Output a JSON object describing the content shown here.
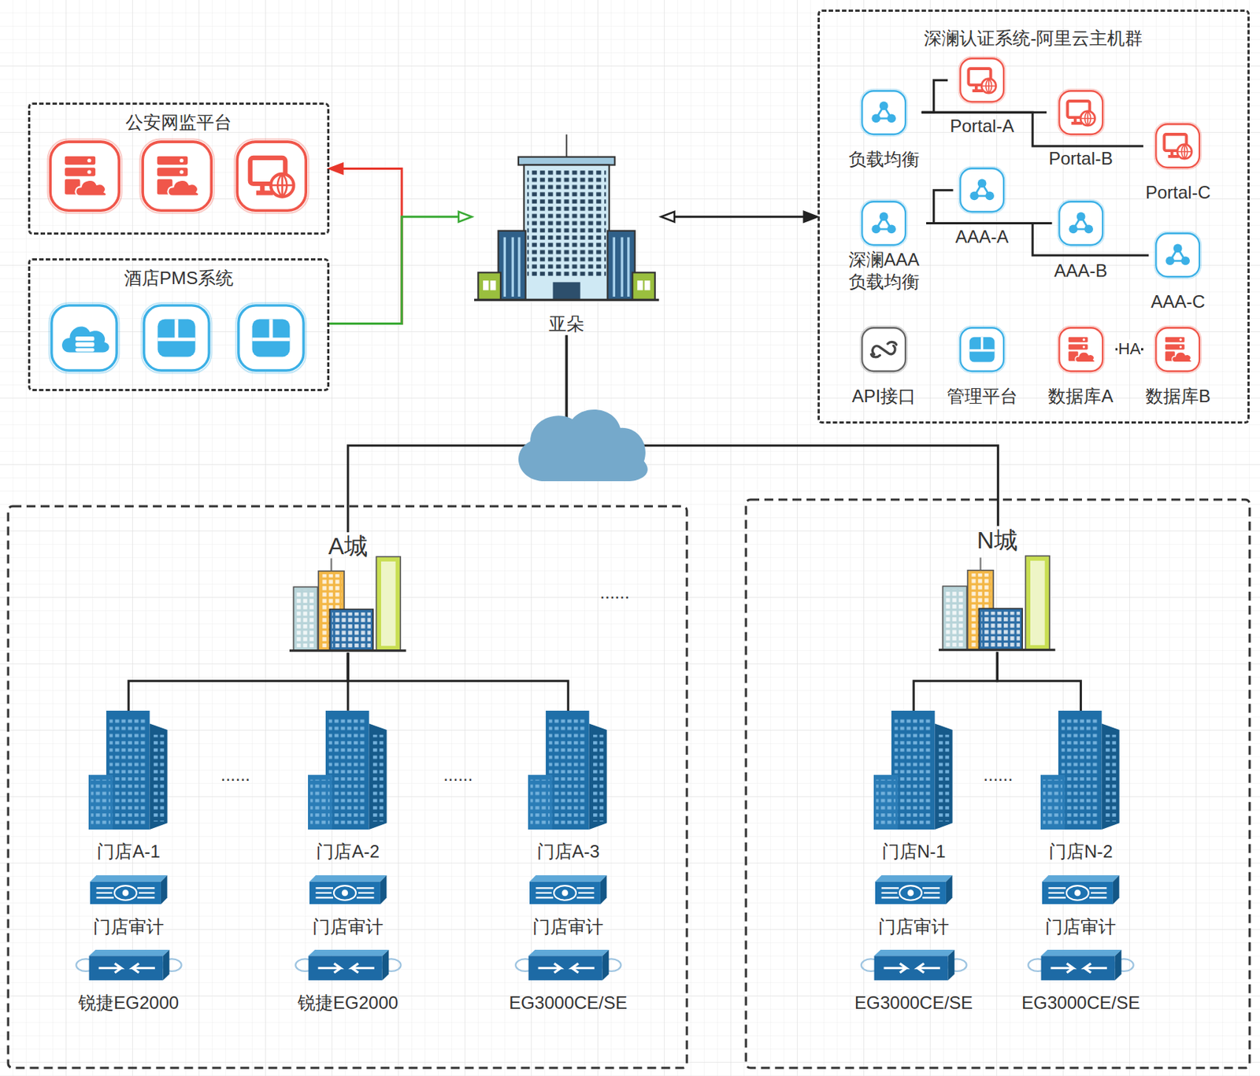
{
  "diagram": {
    "nodes": [
      {
        "text": [
          "公安网监平台"
        ]
      },
      {
        "text": [
          "酒店PMS系统"
        ]
      },
      {
        "text": [
          "亚朵"
        ]
      },
      {
        "text": [
          "深澜认证系统-阿里云主机群"
        ]
      },
      {
        "text": [
          "负载均衡"
        ],
        "in": 3
      },
      {
        "text": [
          "Portal-A"
        ],
        "in": 3
      },
      {
        "text": [
          "Portal-B"
        ],
        "in": 3
      },
      {
        "text": [
          "Portal-C"
        ],
        "in": 3
      },
      {
        "text": [
          "深澜AAA 负载均衡"
        ],
        "in": 3
      },
      {
        "text": [
          "AAA-A"
        ],
        "in": 3
      },
      {
        "text": [
          "AAA-B"
        ],
        "in": 3
      },
      {
        "text": [
          "AAA-C"
        ],
        "in": 3
      },
      {
        "text": [
          "API接口"
        ],
        "in": 3
      },
      {
        "text": [
          "管理平台"
        ],
        "in": 3
      },
      {
        "text": [
          "数据库A"
        ],
        "in": 3
      },
      {
        "text": [
          "数据库B"
        ],
        "in": 3
      },
      {
        "text": [
          "A城"
        ]
      },
      {
        "text": [
          "门店A-1",
          "门店审计",
          "锐捷EG2000"
        ]
      },
      {
        "text": [
          "门店A-2",
          "门店审计",
          "锐捷EG2000"
        ]
      },
      {
        "text": [
          "门店A-3",
          "门店审计",
          "EG3000CE/SE"
        ]
      },
      {
        "text": [
          "N城"
        ]
      },
      {
        "text": [
          "门店N-1",
          "门店审计",
          "EG3000CE/SE"
        ]
      },
      {
        "text": [
          "门店N-2",
          "门店审计",
          "EG3000CE/SE"
        ]
      }
    ],
    "edges": [
      {
        "from": 1,
        "to": 0,
        "arrow": "to"
      },
      {
        "from": 1,
        "to": 2,
        "arrow": "to"
      },
      {
        "from": 2,
        "to": 3,
        "arrow": "both"
      },
      {
        "from": 4,
        "to": 5,
        "arrow": "none"
      },
      {
        "from": 4,
        "to": 6,
        "arrow": "none"
      },
      {
        "from": 4,
        "to": 7,
        "arrow": "none"
      },
      {
        "from": 8,
        "to": 9,
        "arrow": "none"
      },
      {
        "from": 8,
        "to": 10,
        "arrow": "none"
      },
      {
        "from": 8,
        "to": 11,
        "arrow": "none"
      },
      {
        "from": 14,
        "to": 15,
        "label": "HA",
        "arrow": "none"
      },
      {
        "from": 2,
        "to": 16,
        "arrow": "none"
      },
      {
        "from": 2,
        "to": 20,
        "arrow": "none"
      },
      {
        "from": 16,
        "to": 17,
        "arrow": "none"
      },
      {
        "from": 16,
        "to": 18,
        "arrow": "none"
      },
      {
        "from": 16,
        "to": 19,
        "arrow": "none"
      },
      {
        "from": 20,
        "to": 21,
        "arrow": "none"
      },
      {
        "from": 20,
        "to": 22,
        "arrow": "none"
      }
    ],
    "labels": [
      "......",
      "......",
      "......",
      "......"
    ]
  }
}
